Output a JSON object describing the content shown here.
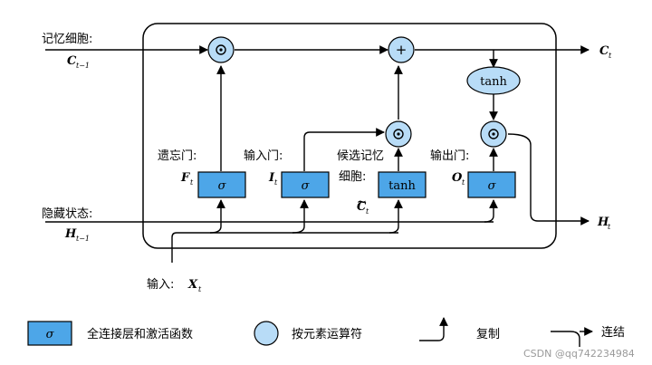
{
  "labels": {
    "memory_cell": "记忆细胞:",
    "hidden_state": "隐藏状态:",
    "input": "输入:",
    "forget_gate": "遗忘门:",
    "input_gate": "输入门:",
    "candidate_line1": "候选记忆",
    "candidate_line2": "细胞:",
    "output_gate": "输出门:"
  },
  "variables": {
    "c_prev": "C",
    "c_prev_sub": "t−1",
    "h_prev": "H",
    "h_prev_sub": "t−1",
    "x": "X",
    "x_sub": "t",
    "f": "F",
    "f_sub": "t",
    "i": "I",
    "i_sub": "t",
    "c_tilde": "C",
    "c_tilde_mark": "~",
    "c_tilde_sub": "t",
    "o": "O",
    "o_sub": "t",
    "c_out": "C",
    "c_out_sub": "t",
    "h_out": "H",
    "h_out_sub": "t"
  },
  "boxes": {
    "forget": "σ",
    "input": "σ",
    "candidate": "tanh",
    "output": "σ",
    "tanh_oval": "tanh"
  },
  "operators": {
    "multiply": "⊙",
    "add": "+"
  },
  "legend": {
    "box_symbol": "σ",
    "fc_layer": "全连接层和激活函数",
    "elementwise": "按元素运算符",
    "copy": "复制",
    "concat": "连结"
  },
  "watermark": "CSDN @qq742234984",
  "colors": {
    "gate_fill": "#4da6e8",
    "operator_fill": "#b8dcf7",
    "line": "#000000",
    "watermark": "#9a9a9a"
  }
}
